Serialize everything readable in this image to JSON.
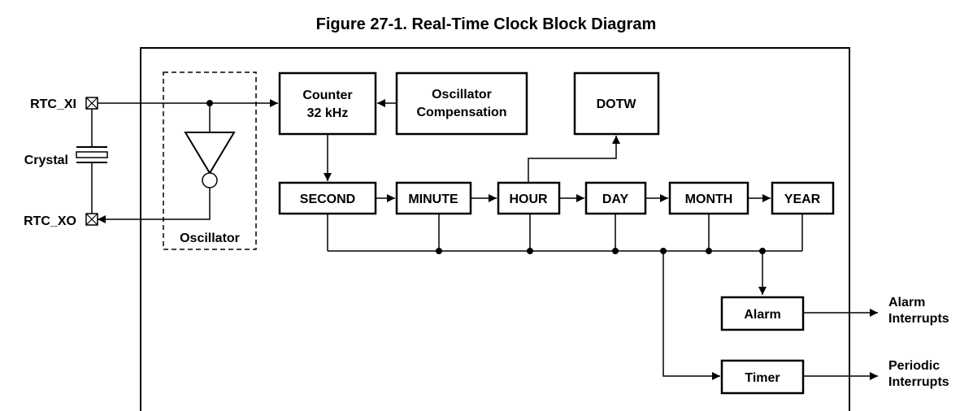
{
  "figure": {
    "title": "Figure 27-1. Real-Time Clock Block Diagram"
  },
  "pins": {
    "xi": "RTC_XI",
    "xo": "RTC_XO",
    "crystal": "Crystal"
  },
  "oscillator": {
    "label": "Oscillator"
  },
  "blocks": {
    "counter": [
      "Counter",
      "32 kHz"
    ],
    "osc_comp": [
      "Oscillator",
      "Compensation"
    ],
    "dotw": "DOTW",
    "second": "SECOND",
    "minute": "MINUTE",
    "hour": "HOUR",
    "day": "DAY",
    "month": "MONTH",
    "year": "YEAR",
    "alarm": "Alarm",
    "timer": "Timer"
  },
  "outputs": {
    "alarm": [
      "Alarm",
      "Interrupts"
    ],
    "periodic": [
      "Periodic",
      "Interrupts"
    ]
  }
}
